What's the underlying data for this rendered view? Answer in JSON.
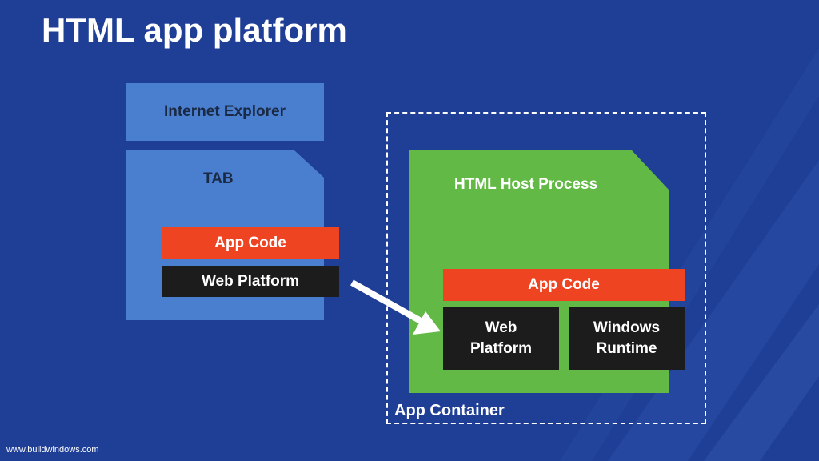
{
  "slide": {
    "title": "HTML app platform",
    "footer": "www.buildwindows.com"
  },
  "browser": {
    "header_label": "Internet Explorer",
    "tab_label": "TAB",
    "app_code_label": "App Code",
    "web_platform_label": "Web Platform"
  },
  "app_container": {
    "label": "App Container",
    "host_process_label": "HTML Host Process",
    "app_code_label": "App Code",
    "web_platform_label": "Web Platform",
    "windows_runtime_label": "Windows Runtime"
  },
  "colors": {
    "background": "#1f3f96",
    "browser_blue": "#4a7fd0",
    "host_green": "#63b946",
    "app_code_orange": "#ee4422",
    "platform_dark": "#1c1c1c"
  }
}
